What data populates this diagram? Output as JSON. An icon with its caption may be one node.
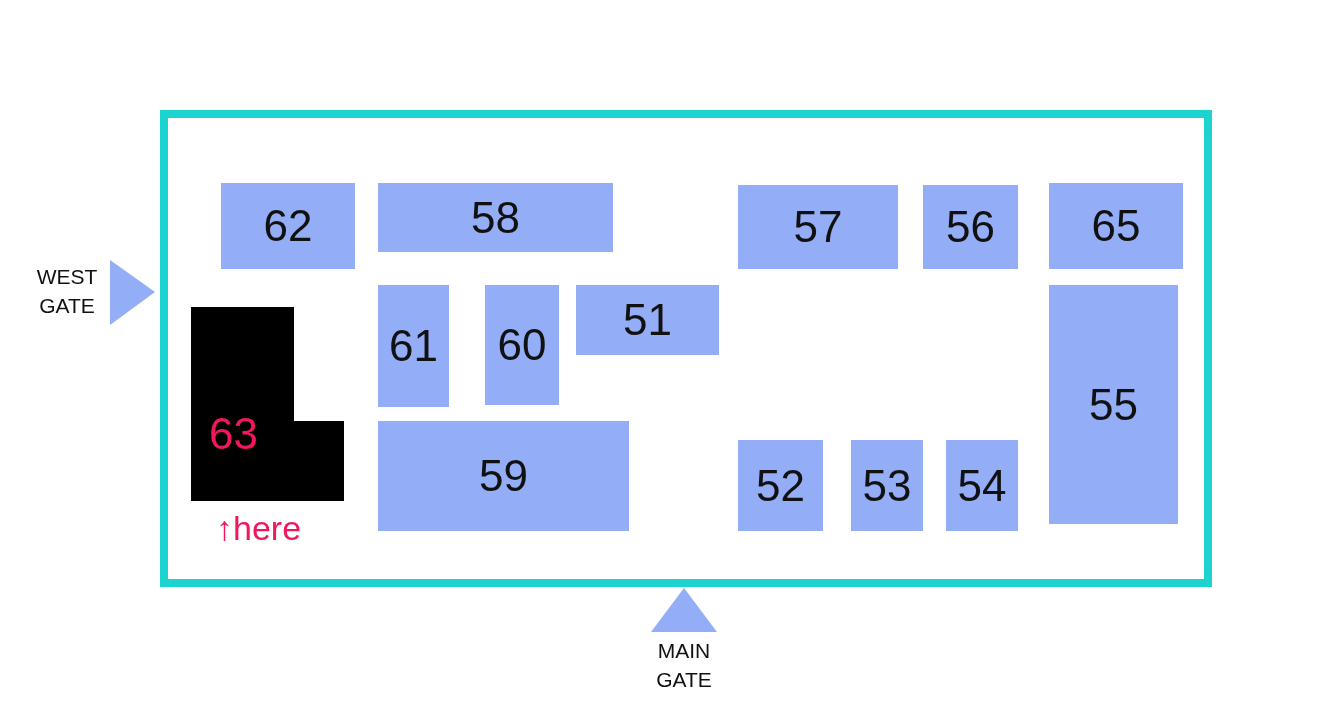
{
  "diagram": {
    "nodes": [
      {
        "text": [],
        "shape": "box"
      },
      {
        "text": [
          "62"
        ],
        "in": 0
      },
      {
        "text": [
          "58"
        ],
        "in": 0
      },
      {
        "text": [
          "57"
        ],
        "in": 0
      },
      {
        "text": [
          "56"
        ],
        "in": 0
      },
      {
        "text": [
          "65"
        ],
        "in": 0
      },
      {
        "text": [
          "61"
        ],
        "in": 0
      },
      {
        "text": [
          "60"
        ],
        "in": 0
      },
      {
        "text": [
          "51"
        ],
        "in": 0
      },
      {
        "text": [
          "55"
        ],
        "in": 0
      },
      {
        "text": [
          "63"
        ],
        "in": 0,
        "beside": [
          "↑here"
        ]
      },
      {
        "text": [
          "59"
        ],
        "in": 0
      },
      {
        "text": [
          "52"
        ],
        "in": 0
      },
      {
        "text": [
          "53"
        ],
        "in": 0
      },
      {
        "text": [
          "54"
        ],
        "in": 0
      },
      {
        "text": [
          "WEST GATE"
        ]
      },
      {
        "text": [
          "MAIN GATE"
        ]
      }
    ],
    "edges": []
  }
}
